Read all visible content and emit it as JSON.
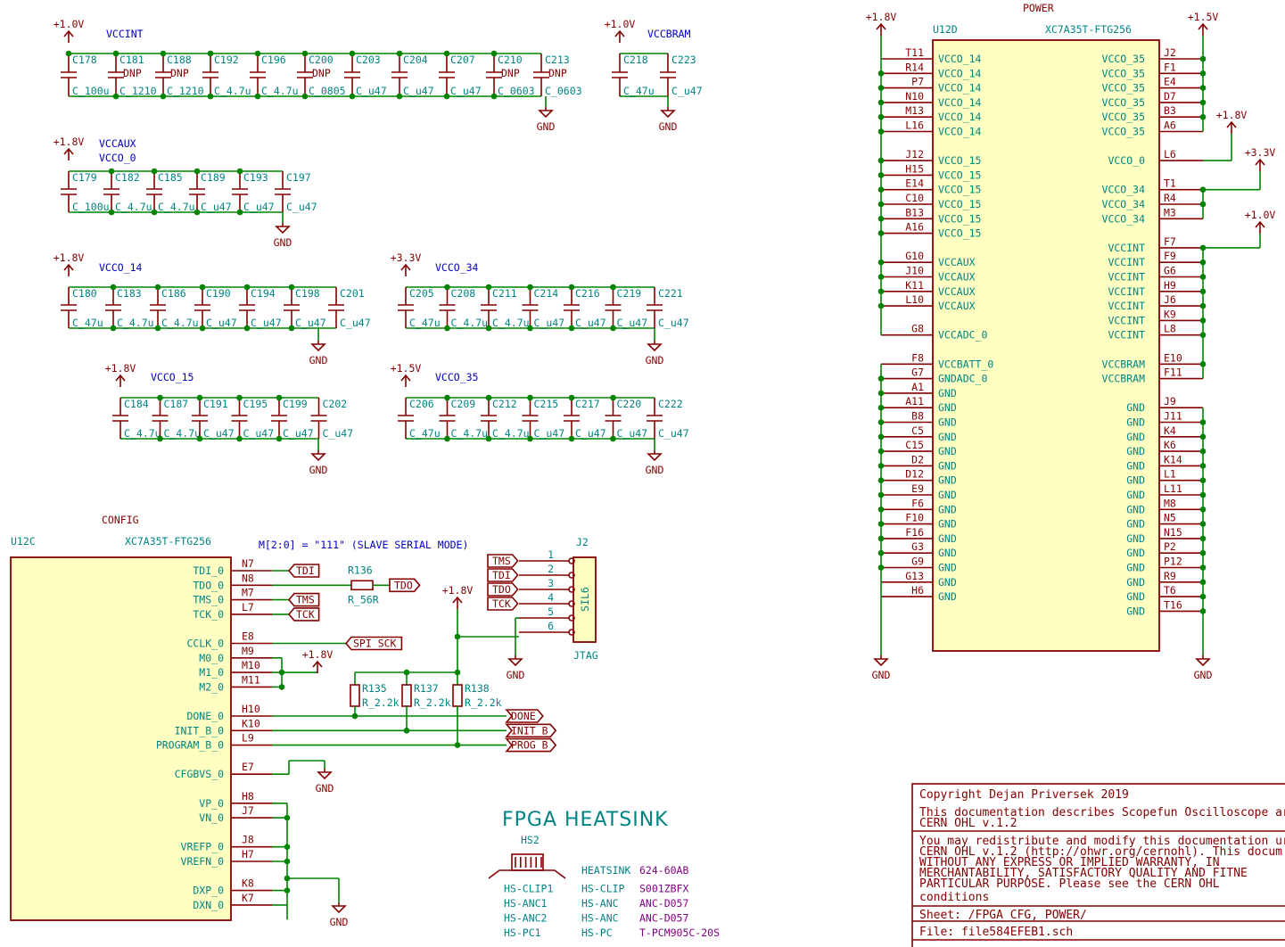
{
  "power_title": "POWER",
  "config_title": "CONFIG",
  "power_part": {
    "ref": "U12D",
    "value": "XC7A35T-FTG256"
  },
  "config_part": {
    "ref": "U12C",
    "value": "XC7A35T-FTG256"
  },
  "mode_note": "M[2:0] = \"111\" (SLAVE SERIAL MODE)",
  "heatsink_title": "FPGA HEATSINK",
  "gnd": "GND",
  "rails": {
    "v10": "+1.0V",
    "v18": "+1.8V",
    "v15": "+1.5V",
    "v33": "+3.3V"
  },
  "groups": {
    "vccint": "VCCINT",
    "vccbram": "VCCBRAM",
    "vccaux": "VCCAUX",
    "vcco0": "VCCO_0",
    "vcco14": "VCCO_14",
    "vcco34": "VCCO_34",
    "vcco15": "VCCO_15",
    "vcco35": "VCCO_35"
  },
  "caps": {
    "vccint": [
      {
        "ref": "C178",
        "val": "C_100u"
      },
      {
        "ref": "C181",
        "val": "C_1210",
        "dnp": "DNP"
      },
      {
        "ref": "C188",
        "val": "C_1210",
        "dnp": "DNP"
      },
      {
        "ref": "C192",
        "val": "C_4.7u"
      },
      {
        "ref": "C196",
        "val": "C_4.7u"
      },
      {
        "ref": "C200",
        "val": "C_0805",
        "dnp": "DNP"
      },
      {
        "ref": "C203",
        "val": "C_u47"
      },
      {
        "ref": "C204",
        "val": "C_u47"
      },
      {
        "ref": "C207",
        "val": "C_u47"
      },
      {
        "ref": "C210",
        "val": "C_0603",
        "dnp": "DNP"
      },
      {
        "ref": "C213",
        "val": "C_0603",
        "dnp": "DNP"
      }
    ],
    "vccbram": [
      {
        "ref": "C218",
        "val": "C_47u"
      },
      {
        "ref": "C223",
        "val": "C_u47"
      }
    ],
    "vccaux": [
      {
        "ref": "C179",
        "val": "C_100u"
      },
      {
        "ref": "C182",
        "val": "C_4.7u"
      },
      {
        "ref": "C185",
        "val": "C_4.7u"
      },
      {
        "ref": "C189",
        "val": "C_u47"
      },
      {
        "ref": "C193",
        "val": "C_u47"
      },
      {
        "ref": "C197",
        "val": "C_u47"
      }
    ],
    "vcco14": [
      {
        "ref": "C180",
        "val": "C_47u"
      },
      {
        "ref": "C183",
        "val": "C_4.7u"
      },
      {
        "ref": "C186",
        "val": "C_4.7u"
      },
      {
        "ref": "C190",
        "val": "C_u47"
      },
      {
        "ref": "C194",
        "val": "C_u47"
      },
      {
        "ref": "C198",
        "val": "C_u47"
      },
      {
        "ref": "C201",
        "val": "C_u47"
      }
    ],
    "vcco34": [
      {
        "ref": "C205",
        "val": "C_47u"
      },
      {
        "ref": "C208",
        "val": "C_4.7u"
      },
      {
        "ref": "C211",
        "val": "C_4.7u"
      },
      {
        "ref": "C214",
        "val": "C_u47"
      },
      {
        "ref": "C216",
        "val": "C_u47"
      },
      {
        "ref": "C219",
        "val": "C_u47"
      },
      {
        "ref": "C221",
        "val": "C_u47"
      }
    ],
    "vcco15": [
      {
        "ref": "C184",
        "val": "C_4.7u"
      },
      {
        "ref": "C187",
        "val": "C_4.7u"
      },
      {
        "ref": "C191",
        "val": "C_u47"
      },
      {
        "ref": "C195",
        "val": "C_u47"
      },
      {
        "ref": "C199",
        "val": "C_u47"
      },
      {
        "ref": "C202",
        "val": "C_u47"
      }
    ],
    "vcco35": [
      {
        "ref": "C206",
        "val": "C_47u"
      },
      {
        "ref": "C209",
        "val": "C_4.7u"
      },
      {
        "ref": "C212",
        "val": "C_4.7u"
      },
      {
        "ref": "C215",
        "val": "C_u47"
      },
      {
        "ref": "C217",
        "val": "C_u47"
      },
      {
        "ref": "C220",
        "val": "C_u47"
      },
      {
        "ref": "C222",
        "val": "C_u47"
      }
    ]
  },
  "power_left_pins": [
    [
      "T11",
      "VCCO_14"
    ],
    [
      "R14",
      "VCCO_14"
    ],
    [
      "P7",
      "VCCO_14"
    ],
    [
      "N10",
      "VCCO_14"
    ],
    [
      "M13",
      "VCCO_14"
    ],
    [
      "L16",
      "VCCO_14"
    ],
    [
      "",
      ""
    ],
    [
      "J12",
      "VCCO_15"
    ],
    [
      "H15",
      "VCCO_15"
    ],
    [
      "E14",
      "VCCO_15"
    ],
    [
      "C10",
      "VCCO_15"
    ],
    [
      "B13",
      "VCCO_15"
    ],
    [
      "A16",
      "VCCO_15"
    ],
    [
      "",
      ""
    ],
    [
      "G10",
      "VCCAUX"
    ],
    [
      "J10",
      "VCCAUX"
    ],
    [
      "K11",
      "VCCAUX"
    ],
    [
      "L10",
      "VCCAUX"
    ],
    [
      "",
      ""
    ],
    [
      "G8",
      "VCCADC_0"
    ],
    [
      "",
      ""
    ],
    [
      "F8",
      "VCCBATT_0"
    ],
    [
      "G7",
      "GNDADC_0"
    ],
    [
      "A1",
      "GND"
    ],
    [
      "A11",
      "GND"
    ],
    [
      "B8",
      "GND"
    ],
    [
      "C5",
      "GND"
    ],
    [
      "C15",
      "GND"
    ],
    [
      "D2",
      "GND"
    ],
    [
      "D12",
      "GND"
    ],
    [
      "E9",
      "GND"
    ],
    [
      "F6",
      "GND"
    ],
    [
      "F10",
      "GND"
    ],
    [
      "F16",
      "GND"
    ],
    [
      "G3",
      "GND"
    ],
    [
      "G9",
      "GND"
    ],
    [
      "G13",
      "GND"
    ],
    [
      "H6",
      "GND"
    ]
  ],
  "power_right_pins": [
    [
      "J2",
      "VCCO_35"
    ],
    [
      "F1",
      "VCCO_35"
    ],
    [
      "E4",
      "VCCO_35"
    ],
    [
      "D7",
      "VCCO_35"
    ],
    [
      "B3",
      "VCCO_35"
    ],
    [
      "A6",
      "VCCO_35"
    ],
    [
      "",
      ""
    ],
    [
      "L6",
      "VCCO_0"
    ],
    [
      "",
      ""
    ],
    [
      "T1",
      "VCCO_34"
    ],
    [
      "R4",
      "VCCO_34"
    ],
    [
      "M3",
      "VCCO_34"
    ],
    [
      "",
      ""
    ],
    [
      "F7",
      "VCCINT"
    ],
    [
      "F9",
      "VCCINT"
    ],
    [
      "G6",
      "VCCINT"
    ],
    [
      "H9",
      "VCCINT"
    ],
    [
      "J6",
      "VCCINT"
    ],
    [
      "K9",
      "VCCINT"
    ],
    [
      "L8",
      "VCCINT"
    ],
    [
      "",
      ""
    ],
    [
      "E10",
      "VCCBRAM"
    ],
    [
      "F11",
      "VCCBRAM"
    ],
    [
      "",
      ""
    ],
    [
      "J9",
      "GND"
    ],
    [
      "J11",
      "GND"
    ],
    [
      "K4",
      "GND"
    ],
    [
      "K6",
      "GND"
    ],
    [
      "K14",
      "GND"
    ],
    [
      "L1",
      "GND"
    ],
    [
      "L11",
      "GND"
    ],
    [
      "M8",
      "GND"
    ],
    [
      "N5",
      "GND"
    ],
    [
      "N15",
      "GND"
    ],
    [
      "P2",
      "GND"
    ],
    [
      "P12",
      "GND"
    ],
    [
      "R9",
      "GND"
    ],
    [
      "T6",
      "GND"
    ],
    [
      "T16",
      "GND"
    ]
  ],
  "config_pins": [
    [
      "N7",
      "TDI_0"
    ],
    [
      "N8",
      "TDO_0"
    ],
    [
      "M7",
      "TMS_0"
    ],
    [
      "L7",
      "TCK_0"
    ],
    [
      "",
      ""
    ],
    [
      "E8",
      "CCLK_0"
    ],
    [
      "M9",
      "M0_0"
    ],
    [
      "M10",
      "M1_0"
    ],
    [
      "M11",
      "M2_0"
    ],
    [
      "",
      ""
    ],
    [
      "H10",
      "DONE_0"
    ],
    [
      "K10",
      "INIT_B_0"
    ],
    [
      "L9",
      "PROGRAM_B_0"
    ],
    [
      "",
      ""
    ],
    [
      "E7",
      "CFGBVS_0"
    ],
    [
      "",
      ""
    ],
    [
      "H8",
      "VP_0"
    ],
    [
      "J7",
      "VN_0"
    ],
    [
      "",
      ""
    ],
    [
      "J8",
      "VREFP_0"
    ],
    [
      "H7",
      "VREFN_0"
    ],
    [
      "",
      ""
    ],
    [
      "K8",
      "DXP_0"
    ],
    [
      "K7",
      "DXN_0"
    ]
  ],
  "labels": {
    "tdi": "TDI",
    "tdo": "TDO",
    "tms": "TMS",
    "tck": "TCK",
    "spi_sck": "SPI_SCK",
    "done": "DONE",
    "init_b": "INIT_B",
    "prog_b": "PROG_B"
  },
  "resistors": [
    {
      "ref": "R136",
      "val": "R_56R"
    },
    {
      "ref": "R135",
      "val": "R_2.2k"
    },
    {
      "ref": "R137",
      "val": "R_2.2k"
    },
    {
      "ref": "R138",
      "val": "R_2.2k"
    }
  ],
  "jtag": {
    "ref": "J2",
    "value": "JTAG",
    "part": "SIL6",
    "pins": [
      "1",
      "2",
      "3",
      "4",
      "5",
      "6"
    ]
  },
  "heatsink": {
    "ref": "HS2",
    "rows": [
      [
        "",
        "HEATSINK",
        "624-60AB"
      ],
      [
        "HS-CLIP1",
        "HS-CLIP",
        "S001ZBFX"
      ],
      [
        "HS-ANC1",
        "HS-ANC",
        "ANC-D057"
      ],
      [
        "HS-ANC2",
        "HS-ANC",
        "ANC-D057"
      ],
      [
        "HS-PC1",
        "HS-PC",
        "T-PCM905C-20S"
      ]
    ]
  },
  "title_block": {
    "copyright": "Copyright Dejan Priversek 2019",
    "desc1": "This documentation describes Scopefun Oscilloscope ar",
    "desc2": "CERN OHL v.1.2",
    "lic1": "You may redistribute and modify this documentation ur",
    "lic2": "CERN OHL v.1.2 (http://ohwr.org/cernohl). This docum",
    "lic3": "WITHOUT ANY EXPRESS OR IMPLIED WARRANTY, IN",
    "lic4": "MERCHANTABILITY, SATISFACTORY QUALITY AND FITNE",
    "lic5": "PARTICULAR PURPOSE. Please see the CERN OHL",
    "lic6": "conditions",
    "sheet": "Sheet: /FPGA CFG, POWER/",
    "file": "File: file584EFEB1.sch"
  }
}
